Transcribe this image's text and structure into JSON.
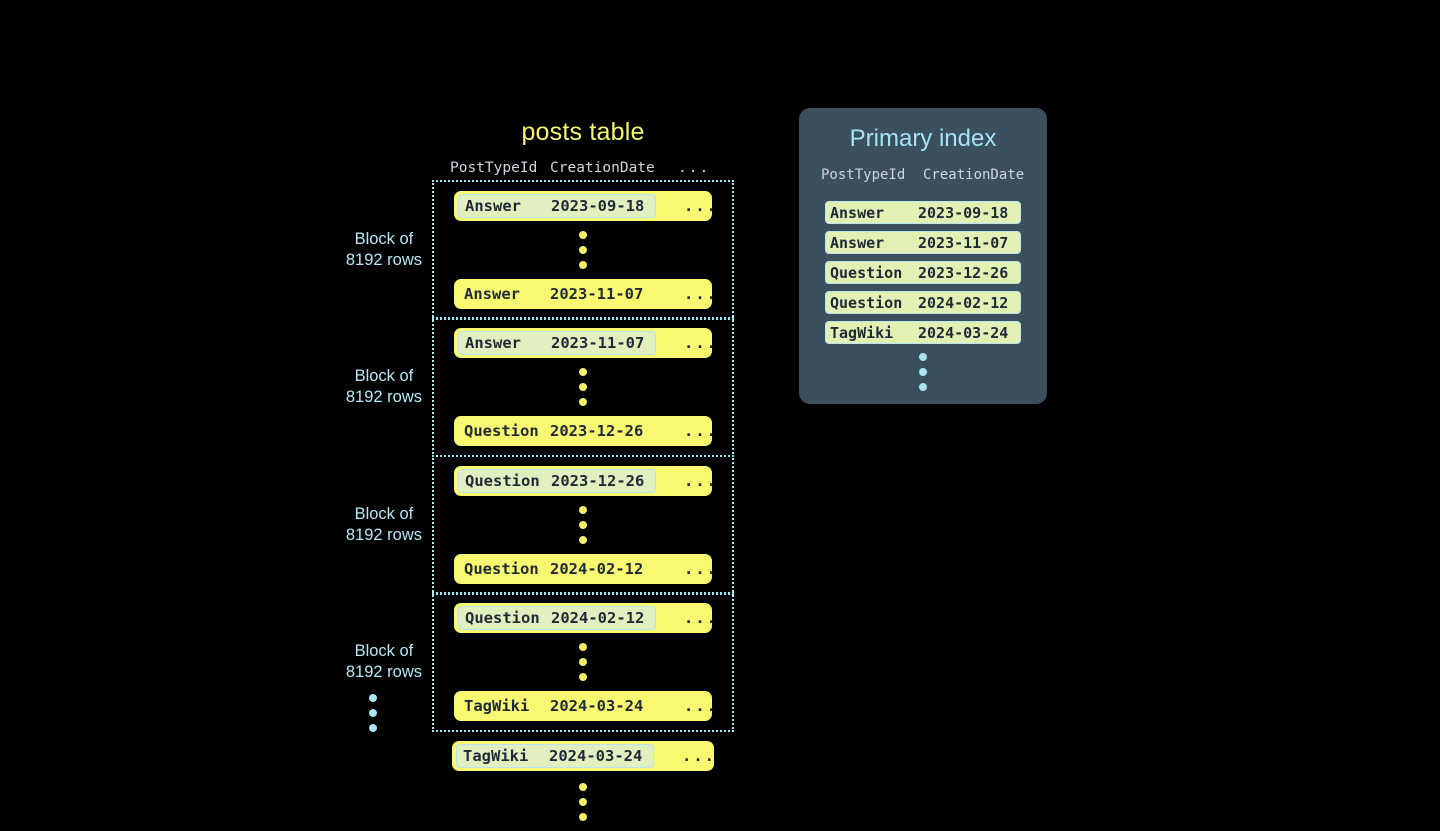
{
  "posts_table": {
    "title": "posts table",
    "columns": [
      "PostTypeId",
      "CreationDate",
      "..."
    ],
    "blocks": [
      {
        "label_line1": "Block of",
        "label_line2": "8192 rows",
        "first_row": {
          "type": "Answer",
          "date": "2023-09-18",
          "more": "...",
          "highlighted": true
        },
        "last_row": {
          "type": "Answer",
          "date": "2023-11-07",
          "more": "...",
          "highlighted": false
        }
      },
      {
        "label_line1": "Block of",
        "label_line2": "8192 rows",
        "first_row": {
          "type": "Answer",
          "date": "2023-11-07",
          "more": "...",
          "highlighted": true
        },
        "last_row": {
          "type": "Question",
          "date": "2023-12-26",
          "more": "...",
          "highlighted": false
        }
      },
      {
        "label_line1": "Block of",
        "label_line2": "8192 rows",
        "first_row": {
          "type": "Question",
          "date": "2023-12-26",
          "more": "...",
          "highlighted": true
        },
        "last_row": {
          "type": "Question",
          "date": "2024-02-12",
          "more": "...",
          "highlighted": false
        }
      },
      {
        "label_line1": "Block of",
        "label_line2": "8192 rows",
        "first_row": {
          "type": "Question",
          "date": "2024-02-12",
          "more": "...",
          "highlighted": true
        },
        "last_row": {
          "type": "TagWiki",
          "date": "2024-03-24",
          "more": "...",
          "highlighted": false
        }
      }
    ],
    "trailing_row": {
      "type": "TagWiki",
      "date": "2024-03-24",
      "more": "...",
      "highlighted": true
    }
  },
  "primary_index": {
    "title": "Primary index",
    "columns": [
      "PostTypeId",
      "CreationDate"
    ],
    "rows": [
      {
        "type": "Answer",
        "date": "2023-09-18"
      },
      {
        "type": "Answer",
        "date": "2023-11-07"
      },
      {
        "type": "Question",
        "date": "2023-12-26"
      },
      {
        "type": "Question",
        "date": "2024-02-12"
      },
      {
        "type": "TagWiki",
        "date": "2024-03-24"
      }
    ]
  },
  "colors": {
    "background": "#000000",
    "row_yellow": "#f9f871",
    "row_text": "#1f2a38",
    "highlight_green": "#e2efbe",
    "highlight_border": "#b8e4ef",
    "accent_cyan": "#a9e7f5",
    "title_yellow": "#f7f871",
    "panel_slate": "#3b4f5d",
    "header_gray": "#cfd6dd"
  }
}
